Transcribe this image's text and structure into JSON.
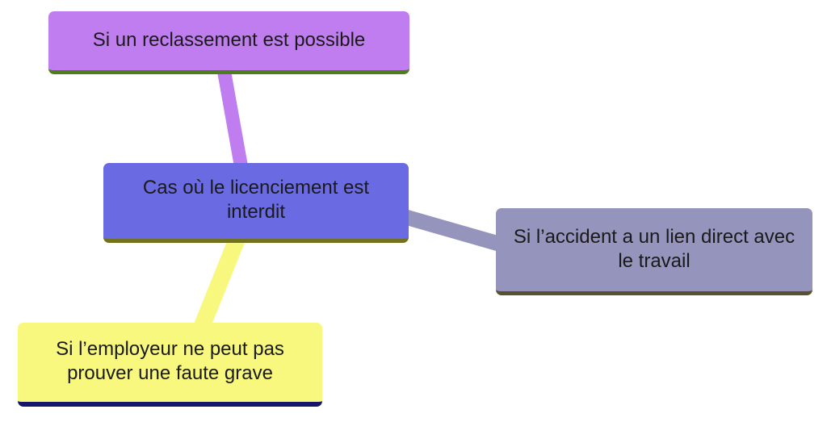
{
  "diagram": {
    "background": "#ffffff",
    "text_color": "#1a1a1a",
    "central": {
      "label": "Cas où le licenciement est interdit",
      "bg": "#6a6ae3",
      "underline": "#72721c"
    },
    "branches": [
      {
        "id": "reclassement",
        "label": "Si un reclassement est possible",
        "bg": "#c07df0",
        "underline": "#4e7d1e",
        "edge_color": "#c07df0"
      },
      {
        "id": "accident",
        "label": "Si l’accident a un lien direct avec le travail",
        "bg": "#9494bc",
        "underline": "#575130",
        "edge_color": "#9494bc"
      },
      {
        "id": "employeur",
        "label": "Si l’employeur ne peut pas prouver une faute grave",
        "bg": "#f8f87e",
        "underline": "#16166b",
        "edge_color": "#f8f87e"
      }
    ]
  }
}
